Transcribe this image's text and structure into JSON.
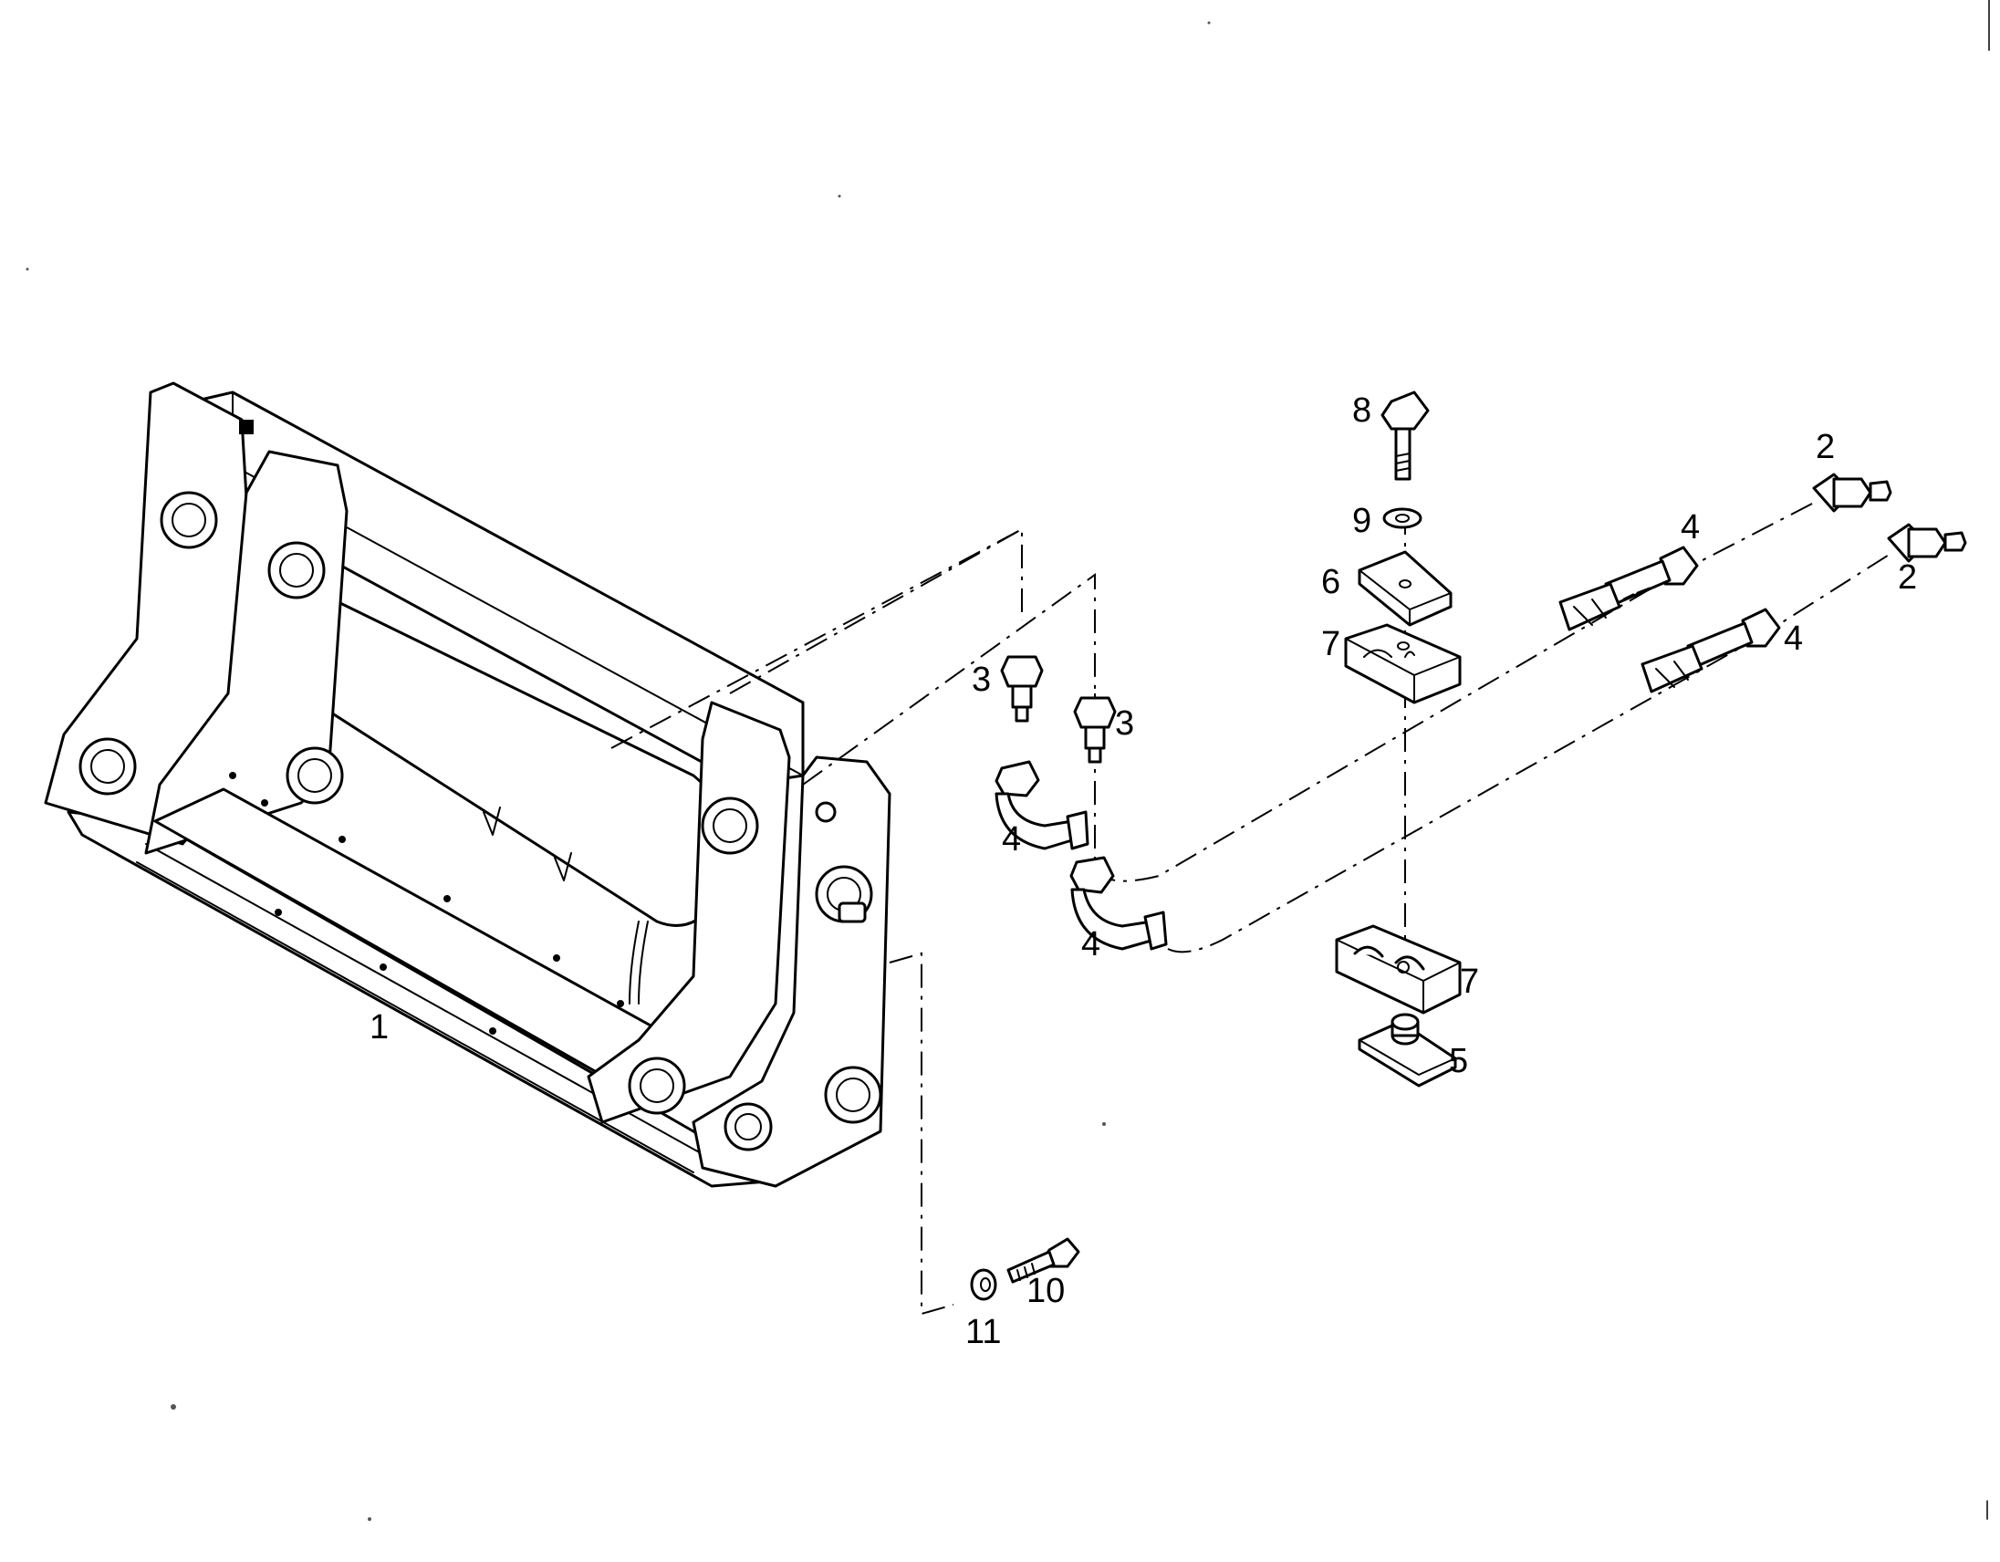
{
  "callouts": {
    "frame": "1",
    "nipple_top": "2",
    "nipple_right": "2",
    "adapter_left": "3",
    "adapter_right": "3",
    "hose_elbow_upper": "4",
    "hose_elbow_lower": "4",
    "hose_end_upper": "4",
    "hose_end_lower": "4",
    "plate_bottom": "5",
    "plate_top": "6",
    "clamp_top": "7",
    "clamp_bottom": "7",
    "bolt": "8",
    "washer": "9",
    "bolt_small": "10",
    "washer_small": "11"
  }
}
